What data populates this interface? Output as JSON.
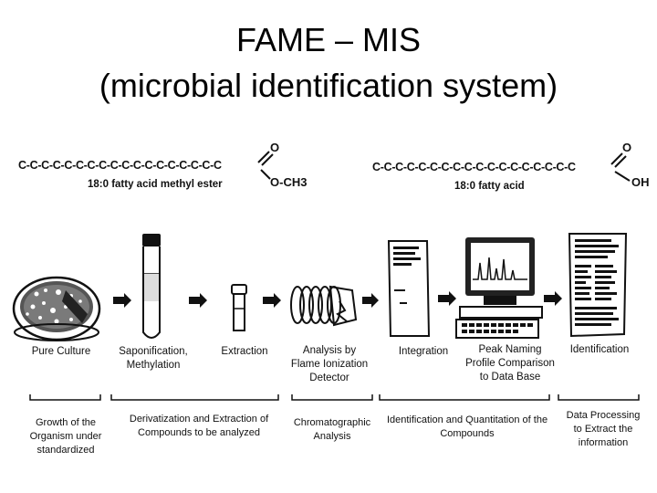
{
  "title": {
    "line1": "FAME – MIS",
    "line2": "(microbial identification system)"
  },
  "molecules": {
    "ester_chain": "C-C-C-C-C-C-C-C-C-C-C-C-C-C-C-C-C-C",
    "ester_o_top": "O",
    "ester_o_side": "O-CH3",
    "ester_caption": "18:0 fatty acid methyl ester",
    "acid_chain": "C-C-C-C-C-C-C-C-C-C-C-C-C-C-C-C-C-C",
    "acid_o_top": "O",
    "acid_oh": "OH",
    "acid_caption": "18:0 fatty acid"
  },
  "steps": {
    "pure_culture": "Pure Culture",
    "saponification": "Saponification,\nMethylation",
    "extraction": "Extraction",
    "analysis": "Analysis by\nFlame Ionization\nDetector",
    "integration": "Integration",
    "peak_naming": "Peak Naming\nProfile Comparison\nto Data Base",
    "identification": "Identification"
  },
  "groups": {
    "growth": "Growth of the\nOrganism under\nstandardized",
    "derivatization": "Derivatization and Extraction of\nCompounds to be analyzed",
    "chromatographic": "Chromatographic\nAnalysis",
    "quantitation": "Identification and Quantitation of the\nCompounds",
    "processing": "Data Processing\nto Extract the\ninformation"
  }
}
